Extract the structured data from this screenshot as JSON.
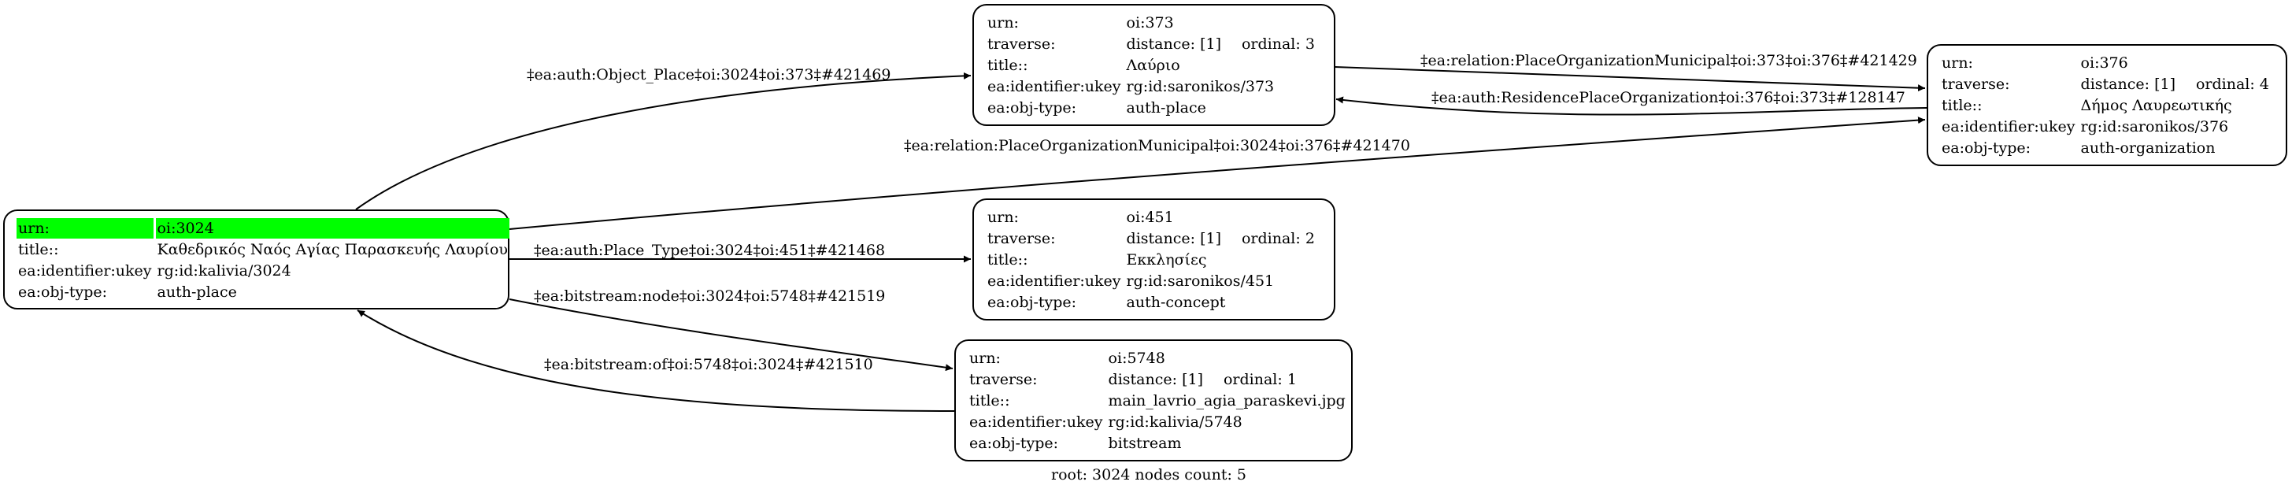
{
  "graph": {
    "footer": "root: 3024 nodes count: 5",
    "highlight_color": "#00ff00",
    "nodes": [
      {
        "id": "oi:3024",
        "root": true,
        "rows": [
          {
            "key": "urn:",
            "value": "oi:3024"
          },
          {
            "key": "title::",
            "value": "Καθεδρικός Ναός Αγίας Παρασκευής Λαυρίου"
          },
          {
            "key": "ea:identifier:ukey",
            "value": "rg:id:kalivia/3024"
          },
          {
            "key": "ea:obj-type:",
            "value": "auth-place"
          }
        ]
      },
      {
        "id": "oi:373",
        "rows": [
          {
            "key": "urn:",
            "value": "oi:373"
          },
          {
            "key": "traverse:",
            "value": "distance: [1]",
            "extra": "ordinal: 3"
          },
          {
            "key": "title::",
            "value": "Λαύριο"
          },
          {
            "key": "ea:identifier:ukey",
            "value": "rg:id:saronikos/373"
          },
          {
            "key": "ea:obj-type:",
            "value": "auth-place"
          }
        ]
      },
      {
        "id": "oi:376",
        "rows": [
          {
            "key": "urn:",
            "value": "oi:376"
          },
          {
            "key": "traverse:",
            "value": "distance: [1]",
            "extra": "ordinal: 4"
          },
          {
            "key": "title::",
            "value": "Δήμος Λαυρεωτικής"
          },
          {
            "key": "ea:identifier:ukey",
            "value": "rg:id:saronikos/376"
          },
          {
            "key": "ea:obj-type:",
            "value": "auth-organization"
          }
        ]
      },
      {
        "id": "oi:451",
        "rows": [
          {
            "key": "urn:",
            "value": "oi:451"
          },
          {
            "key": "traverse:",
            "value": "distance: [1]",
            "extra": "ordinal: 2"
          },
          {
            "key": "title::",
            "value": "Εκκλησίες"
          },
          {
            "key": "ea:identifier:ukey",
            "value": "rg:id:saronikos/451"
          },
          {
            "key": "ea:obj-type:",
            "value": "auth-concept"
          }
        ]
      },
      {
        "id": "oi:5748",
        "rows": [
          {
            "key": "urn:",
            "value": "oi:5748"
          },
          {
            "key": "traverse:",
            "value": "distance: [1]",
            "extra": "ordinal: 1"
          },
          {
            "key": "title::",
            "value": "main_lavrio_agia_paraskevi.jpg"
          },
          {
            "key": "ea:identifier:ukey",
            "value": "rg:id:kalivia/5748"
          },
          {
            "key": "ea:obj-type:",
            "value": "bitstream"
          }
        ]
      }
    ],
    "edges": [
      {
        "from": "oi:3024",
        "to": "oi:373",
        "label": "‡ea:auth:Object_Place‡oi:3024‡oi:373‡#421469"
      },
      {
        "from": "oi:373",
        "to": "oi:376",
        "label": "‡ea:relation:PlaceOrganizationMunicipal‡oi:373‡oi:376‡#421429"
      },
      {
        "from": "oi:376",
        "to": "oi:373",
        "label": "‡ea:auth:ResidencePlaceOrganization‡oi:376‡oi:373‡#128147"
      },
      {
        "from": "oi:3024",
        "to": "oi:376",
        "label": "‡ea:relation:PlaceOrganizationMunicipal‡oi:3024‡oi:376‡#421470"
      },
      {
        "from": "oi:3024",
        "to": "oi:451",
        "label": "‡ea:auth:Place_Type‡oi:3024‡oi:451‡#421468"
      },
      {
        "from": "oi:3024",
        "to": "oi:5748",
        "label": "‡ea:bitstream:node‡oi:3024‡oi:5748‡#421519"
      },
      {
        "from": "oi:5748",
        "to": "oi:3024",
        "label": "‡ea:bitstream:of‡oi:5748‡oi:3024‡#421510"
      }
    ]
  }
}
